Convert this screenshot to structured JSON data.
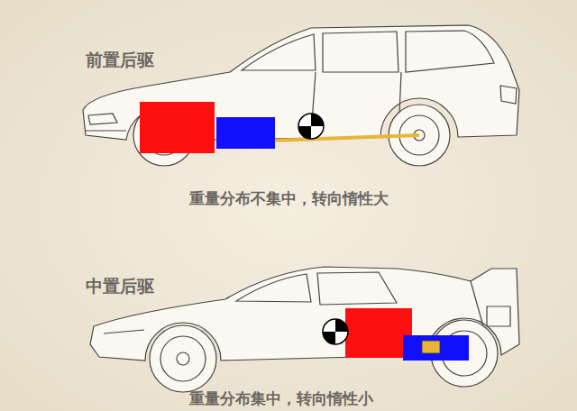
{
  "diagram": {
    "labels": [
      "前置后驱",
      "重量分布不集中，转向惰性大",
      "中置后驱",
      "重量分布集中，转向惰性小"
    ]
  }
}
